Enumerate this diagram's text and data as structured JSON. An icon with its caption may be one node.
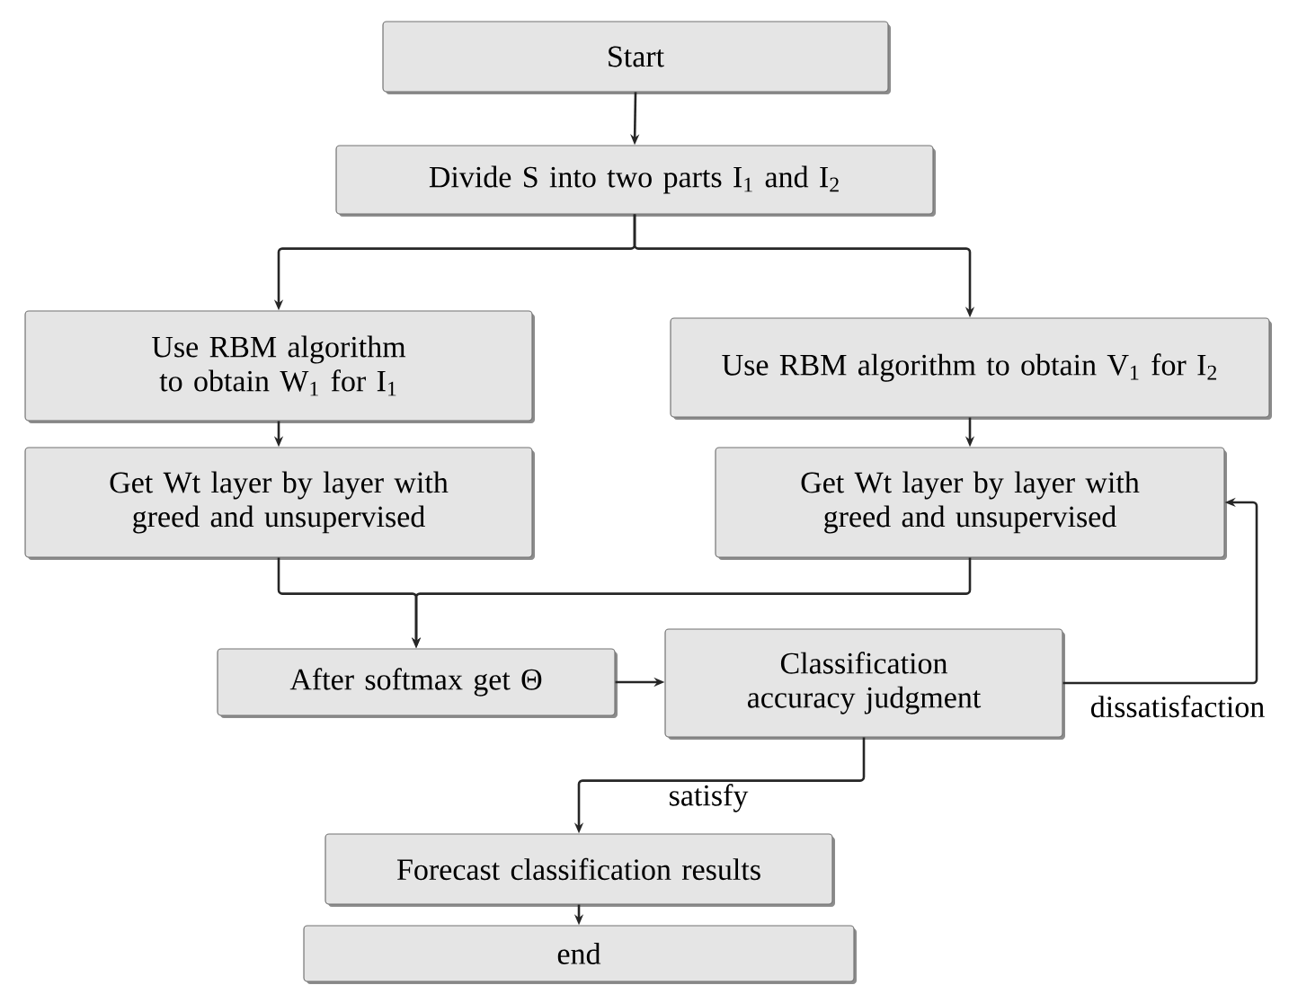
{
  "diagram": {
    "nodes": [
      {
        "text": [
          "Start"
        ]
      },
      {
        "text": [
          "Divide S into two parts I$_{1}$ and I$_{2}$"
        ]
      },
      {
        "text": [
          "Use RBM algorithm to obtain W$_{1}$ for I$_{1}$"
        ]
      },
      {
        "text": [
          "Use RBM algorithm to obtain V$_{1}$ for I$_{2}$"
        ]
      },
      {
        "text": [
          "Get Wt layer by layer with greed and unsupervised"
        ]
      },
      {
        "text": [
          "Get Wt layer by layer with greed and unsupervised"
        ]
      },
      {
        "text": [
          "After softmax get Θ"
        ]
      },
      {
        "text": [
          "Classification accuracy judgment"
        ]
      },
      {
        "text": [
          "Forecast classification results"
        ]
      },
      {
        "text": [
          "end"
        ]
      }
    ],
    "edges": [
      {
        "from": 0,
        "to": 1,
        "arrow": "to"
      },
      {
        "from": 1,
        "to": 2,
        "arrow": "to"
      },
      {
        "from": 1,
        "to": 3,
        "arrow": "to"
      },
      {
        "from": 2,
        "to": 4,
        "arrow": "to"
      },
      {
        "from": 3,
        "to": 5,
        "arrow": "to"
      },
      {
        "from": 4,
        "to": 6,
        "arrow": "to"
      },
      {
        "from": 5,
        "to": 6,
        "arrow": "to"
      },
      {
        "from": 6,
        "to": 7,
        "arrow": "to"
      },
      {
        "from": 7,
        "to": 5,
        "arrow": "to",
        "label": "dissatisfaction"
      },
      {
        "from": 7,
        "to": 8,
        "arrow": "to",
        "label": "satisfy"
      },
      {
        "from": 8,
        "to": 9,
        "arrow": "to"
      }
    ]
  }
}
